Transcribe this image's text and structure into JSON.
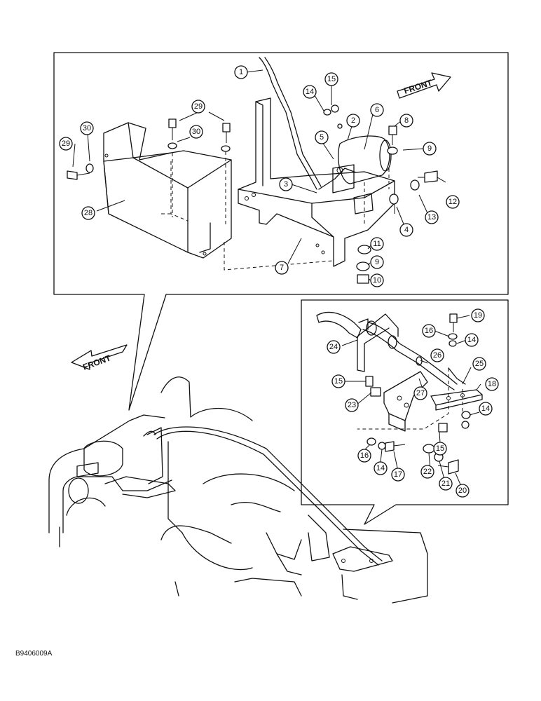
{
  "figure_code": "B9406009A",
  "front_label": "FRONT",
  "callouts_top": [
    "1",
    "2",
    "3",
    "4",
    "5",
    "6",
    "7",
    "8",
    "9",
    "9",
    "10",
    "11",
    "12",
    "13",
    "14",
    "15",
    "28",
    "29",
    "29",
    "30",
    "30"
  ],
  "callouts_inset": [
    "14",
    "14",
    "14",
    "15",
    "15",
    "16",
    "16",
    "17",
    "18",
    "19",
    "20",
    "21",
    "22",
    "23",
    "24",
    "25",
    "26",
    "27"
  ]
}
